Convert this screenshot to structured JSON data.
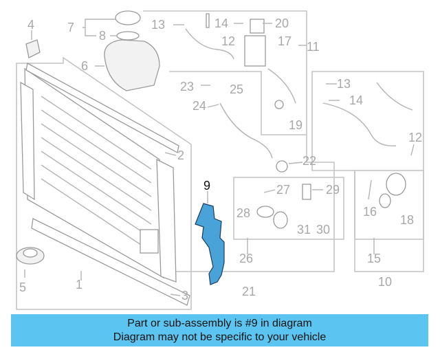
{
  "diagram": {
    "highlight_color": "#4aa3d8",
    "banner_color": "#5bc4f0",
    "callouts": [
      {
        "id": "1",
        "label": "1"
      },
      {
        "id": "2",
        "label": "2"
      },
      {
        "id": "3",
        "label": "3"
      },
      {
        "id": "4",
        "label": "4"
      },
      {
        "id": "5",
        "label": "5"
      },
      {
        "id": "6",
        "label": "6"
      },
      {
        "id": "7",
        "label": "7"
      },
      {
        "id": "8",
        "label": "8"
      },
      {
        "id": "9",
        "label": "9"
      },
      {
        "id": "10",
        "label": "10"
      },
      {
        "id": "11",
        "label": "11"
      },
      {
        "id": "12a",
        "label": "12"
      },
      {
        "id": "12b",
        "label": "12"
      },
      {
        "id": "13a",
        "label": "13"
      },
      {
        "id": "13b",
        "label": "13"
      },
      {
        "id": "14a",
        "label": "14"
      },
      {
        "id": "14b",
        "label": "14"
      },
      {
        "id": "15",
        "label": "15"
      },
      {
        "id": "16",
        "label": "16"
      },
      {
        "id": "17",
        "label": "17"
      },
      {
        "id": "18",
        "label": "18"
      },
      {
        "id": "19",
        "label": "19"
      },
      {
        "id": "20",
        "label": "20"
      },
      {
        "id": "21",
        "label": "21"
      },
      {
        "id": "22",
        "label": "22"
      },
      {
        "id": "23",
        "label": "23"
      },
      {
        "id": "24",
        "label": "24"
      },
      {
        "id": "25",
        "label": "25"
      },
      {
        "id": "26",
        "label": "26"
      },
      {
        "id": "27",
        "label": "27"
      },
      {
        "id": "28",
        "label": "28"
      },
      {
        "id": "29",
        "label": "29"
      },
      {
        "id": "30",
        "label": "30"
      },
      {
        "id": "31",
        "label": "31"
      }
    ]
  },
  "caption": {
    "line1": "Part or sub-assembly is #9 in diagram",
    "line2": "Diagram may not be specific to your vehicle"
  }
}
